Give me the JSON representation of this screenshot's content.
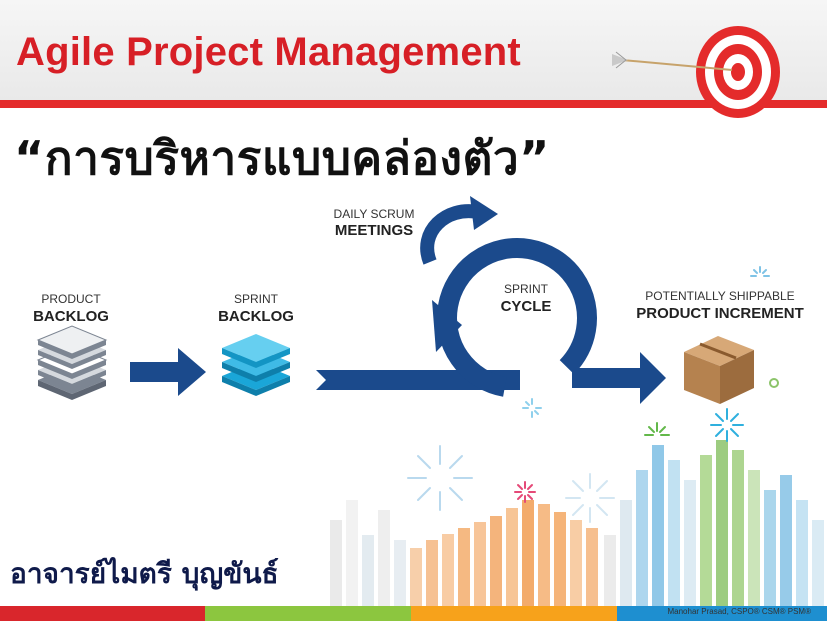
{
  "header": {
    "title": "Agile Project Management"
  },
  "thai_title": "“การบริหารแบบคล่องตัว”",
  "stages": {
    "product_backlog": {
      "top": "PRODUCT",
      "bottom": "BACKLOG"
    },
    "sprint_backlog": {
      "top": "SPRINT",
      "bottom": "BACKLOG"
    },
    "daily_scrum": {
      "top": "DAILY SCRUM",
      "bottom": "MEETINGS"
    },
    "sprint_cycle": {
      "top": "SPRINT",
      "bottom": "CYCLE"
    },
    "increment": {
      "top": "POTENTIALLY SHIPPABLE",
      "bottom": "PRODUCT INCREMENT"
    }
  },
  "presenter": "อาจารย์ไมตรี บุญขันธ์",
  "credit": "Manohar Prasad, CSPO® CSM® PSM®",
  "colors": {
    "brand_red": "#d71f26",
    "flow_blue": "#1b4a8c",
    "backlog_gray": "#7c8592",
    "sprint_teal": "#1aa6d8",
    "box_brown": "#b5824f",
    "bars_orange": "#f2a25a",
    "bars_green": "#8cc46a",
    "bars_blue": "#8fc6e6"
  },
  "icons": [
    "target-icon",
    "dart-icon",
    "product-backlog-stack-icon",
    "sprint-backlog-stack-icon",
    "arrow-right-icon",
    "cycle-arrow-icon",
    "box-icon",
    "firework-icon"
  ]
}
